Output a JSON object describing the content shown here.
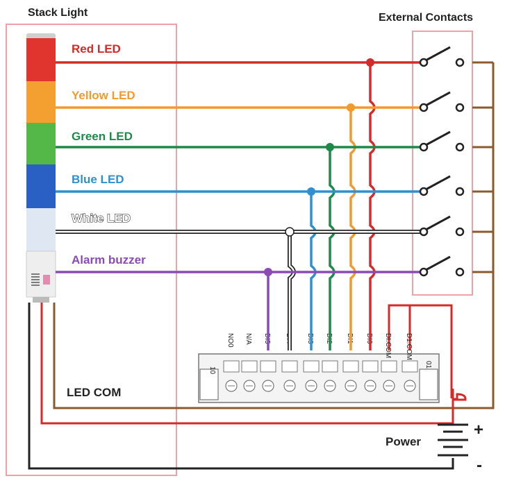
{
  "titles": {
    "stack_light": "Stack Light",
    "external_contacts": "External Contacts"
  },
  "leds": [
    {
      "label": "Red LED",
      "color": "#d42a2a"
    },
    {
      "label": "Yellow LED",
      "color": "#f29a2e"
    },
    {
      "label": "Green LED",
      "color": "#1e8a4a"
    },
    {
      "label": "Blue LED",
      "color": "#2f8fcf"
    },
    {
      "label": "White LED",
      "color": "#ffffff"
    },
    {
      "label": "Alarm buzzer",
      "color": "#8a4bb5"
    }
  ],
  "led_com": "LED COM",
  "power": "Power",
  "polarity": {
    "plus": "+",
    "minus": "-"
  },
  "terminals": {
    "left_number": "10",
    "right_number": "01",
    "pins": [
      "NO0",
      "N/A",
      "DI5",
      "DI4",
      "DI3",
      "DI2",
      "DI1",
      "DI0",
      "DI.COM",
      "D1.COM"
    ]
  },
  "colors": {
    "frame": "#f0a0a8",
    "brown": "#8b5a2b",
    "red": "#d42a2a",
    "black": "#222222"
  }
}
